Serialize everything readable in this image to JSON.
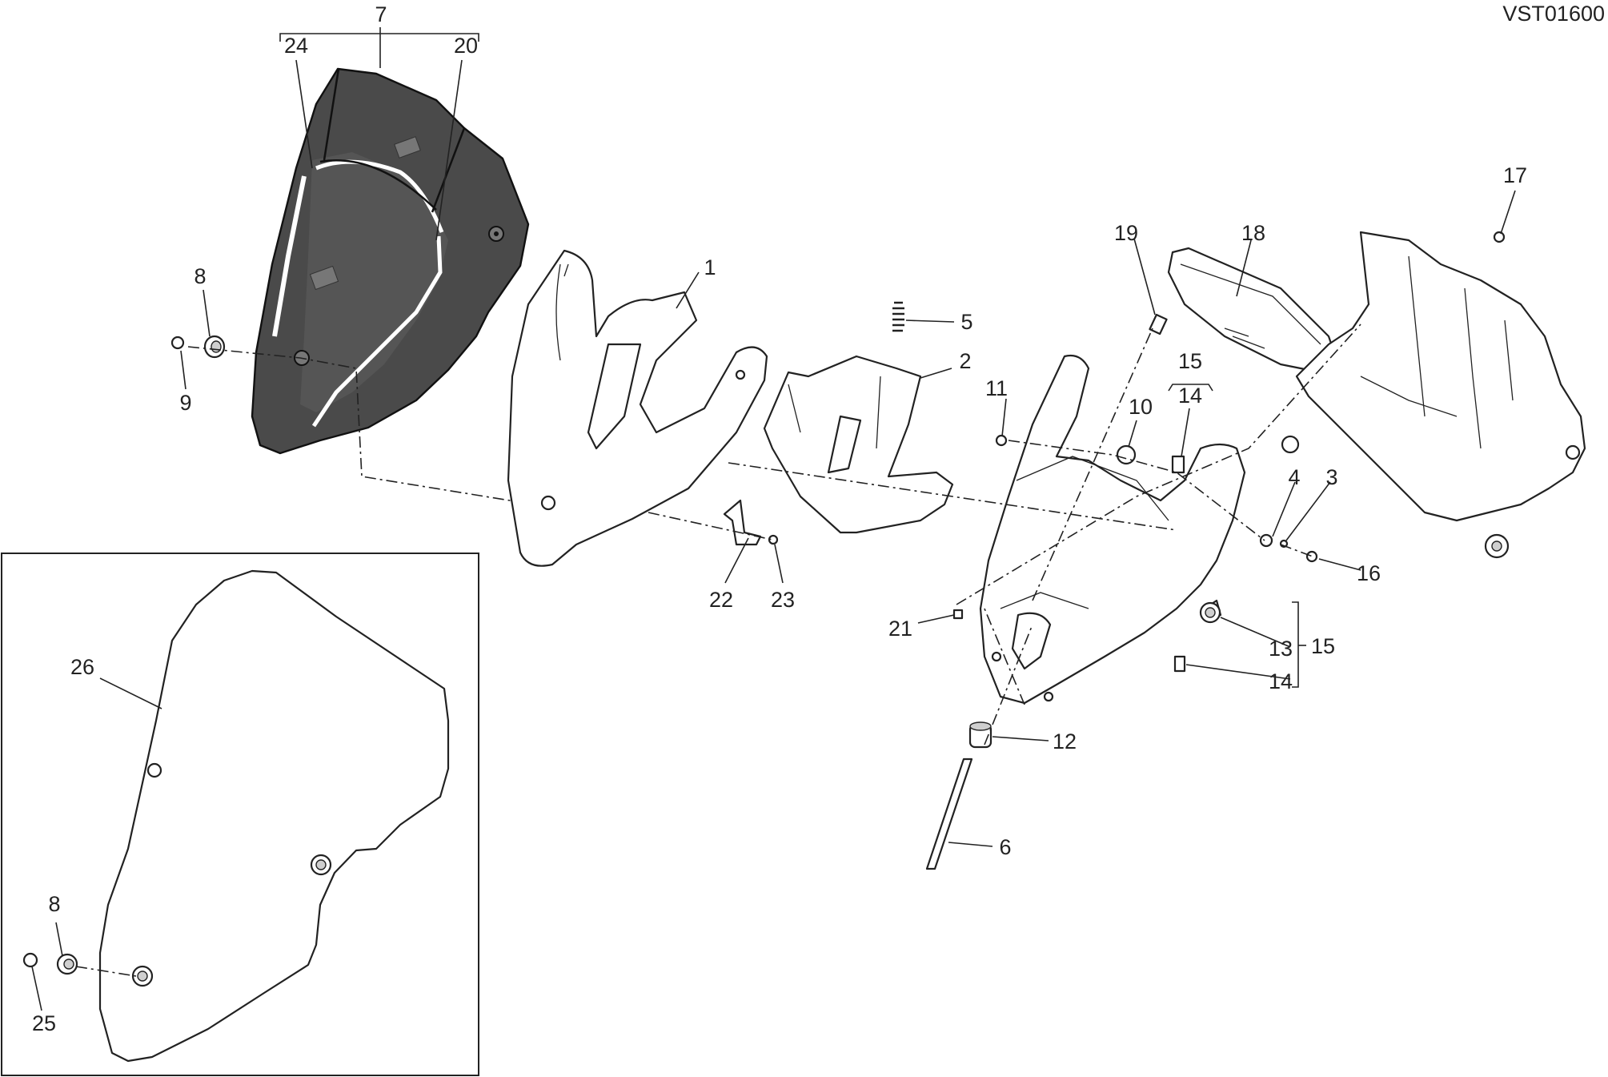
{
  "drawing_code": "VST01600",
  "callouts": [
    {
      "id": "c7",
      "text": "7"
    },
    {
      "id": "c24",
      "text": "24"
    },
    {
      "id": "c20",
      "text": "20"
    },
    {
      "id": "c8",
      "text": "8"
    },
    {
      "id": "c9",
      "text": "9"
    },
    {
      "id": "c1",
      "text": "1"
    },
    {
      "id": "c5",
      "text": "5"
    },
    {
      "id": "c2",
      "text": "2"
    },
    {
      "id": "c22",
      "text": "22"
    },
    {
      "id": "c23",
      "text": "23"
    },
    {
      "id": "c19",
      "text": "19"
    },
    {
      "id": "c18",
      "text": "18"
    },
    {
      "id": "c17",
      "text": "17"
    },
    {
      "id": "c11",
      "text": "11"
    },
    {
      "id": "c10",
      "text": "10"
    },
    {
      "id": "c15a",
      "text": "15"
    },
    {
      "id": "c14a",
      "text": "14"
    },
    {
      "id": "c4",
      "text": "4"
    },
    {
      "id": "c3",
      "text": "3"
    },
    {
      "id": "c16",
      "text": "16"
    },
    {
      "id": "c21",
      "text": "21"
    },
    {
      "id": "c13",
      "text": "13"
    },
    {
      "id": "c15b",
      "text": "15"
    },
    {
      "id": "c14b",
      "text": "14"
    },
    {
      "id": "c12",
      "text": "12"
    },
    {
      "id": "c6",
      "text": "6"
    },
    {
      "id": "c26",
      "text": "26"
    },
    {
      "id": "c8b",
      "text": "8"
    },
    {
      "id": "c25",
      "text": "25"
    }
  ]
}
